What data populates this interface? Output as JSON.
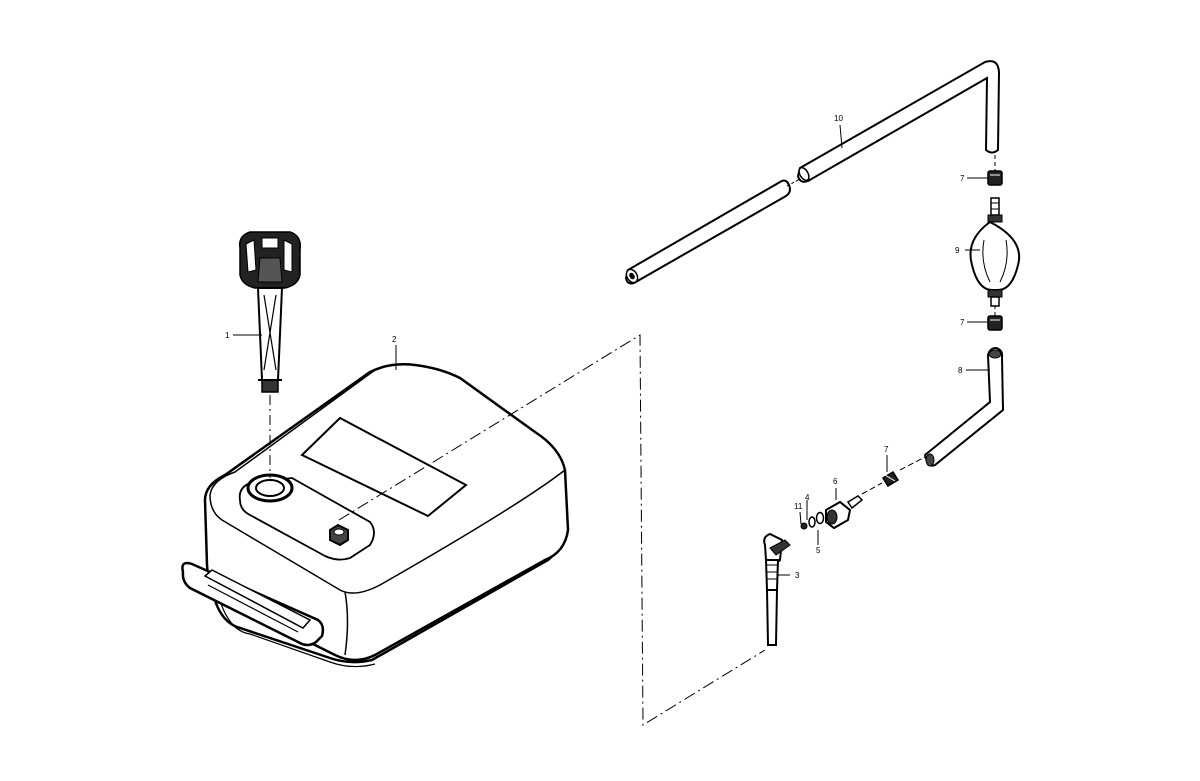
{
  "callouts": {
    "p1": "1",
    "p2": "2",
    "p3": "3",
    "p4": "4",
    "p5": "5",
    "p6": "6",
    "p7a": "7",
    "p7b": "7",
    "p7c": "7",
    "p8": "8",
    "p9": "9",
    "p10": "10",
    "p11": "11"
  },
  "colors": {
    "ink": "#000000",
    "paper": "#ffffff",
    "shade": "#1a1a1a"
  }
}
